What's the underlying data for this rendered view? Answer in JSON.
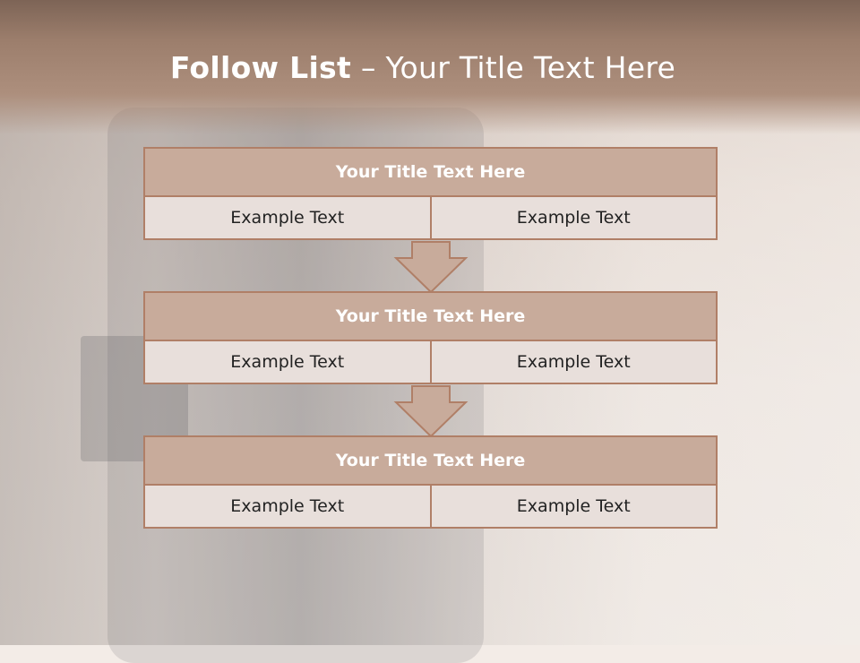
{
  "slide": {
    "title_bold": "Follow List",
    "title_rest": " – Your Title Text Here"
  },
  "steps": [
    {
      "title": "Your Title Text Here",
      "left": "Example Text",
      "right": "Example Text"
    },
    {
      "title": "Your Title Text Here",
      "left": "Example Text",
      "right": "Example Text"
    },
    {
      "title": "Your Title Text Here",
      "left": "Example Text",
      "right": "Example Text"
    }
  ],
  "colors": {
    "header": "#9c7e6c",
    "block_head": "#c8ab9b",
    "block_cell": "#e8dfdb",
    "border": "#b07f67"
  }
}
